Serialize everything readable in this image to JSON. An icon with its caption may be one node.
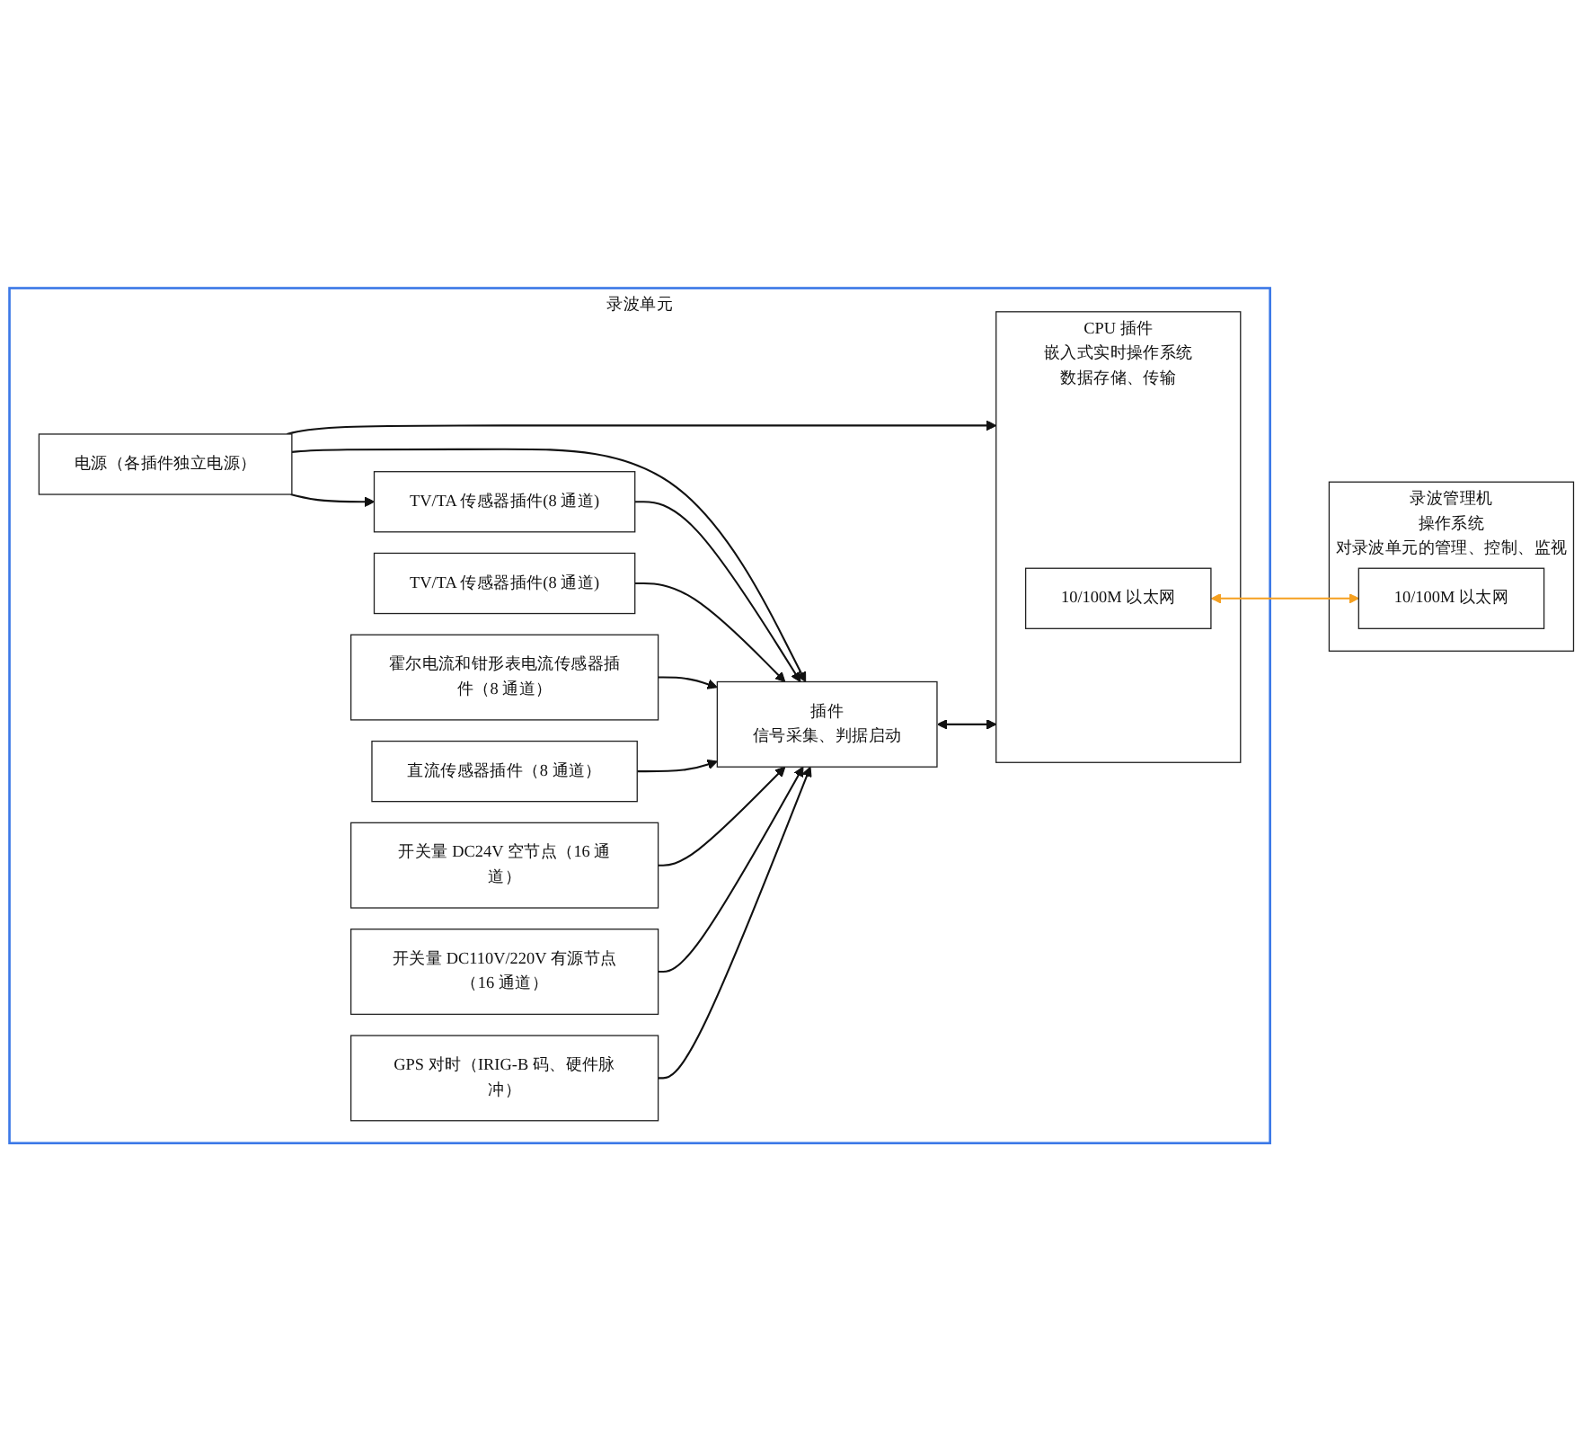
{
  "diagram": {
    "nodes": [
      {
        "text": [
          "录波单元"
        ]
      },
      {
        "text": [
          "电源（各插件独立电源）"
        ],
        "in": 0
      },
      {
        "text": [
          "TV/TA 传感器插件(8 通道)"
        ],
        "in": 0
      },
      {
        "text": [
          "TV/TA 传感器插件(8 通道)"
        ],
        "in": 0
      },
      {
        "text": [
          "霍尔电流和钳形表电流传感器插件（8 通道）"
        ],
        "in": 0
      },
      {
        "text": [
          "直流传感器插件（8 通道）"
        ],
        "in": 0
      },
      {
        "text": [
          "开关量 DC24V 空节点（16 通道）"
        ],
        "in": 0
      },
      {
        "text": [
          "开关量 DC110V/220V 有源节点（16 通道）"
        ],
        "in": 0
      },
      {
        "text": [
          "GPS 对时（IRIG-B 码、硬件脉冲）"
        ],
        "in": 0
      },
      {
        "text": [
          "插件",
          "信号采集、判据启动"
        ],
        "in": 0
      },
      {
        "text": [
          "CPU 插件",
          "嵌入式实时操作系统",
          "数据存储、传输"
        ],
        "in": 0
      },
      {
        "text": [
          "10/100M 以太网"
        ],
        "in": 10
      },
      {
        "text": [
          "录波管理机",
          "操作系统",
          "对录波单元的管理、控制、监视"
        ]
      },
      {
        "text": [
          "10/100M 以太网"
        ],
        "in": 12
      }
    ],
    "edges": [
      {
        "from": 1,
        "to": 2,
        "arrow": "to"
      },
      {
        "from": 1,
        "to": 9,
        "arrow": "to"
      },
      {
        "from": 1,
        "to": 10,
        "arrow": "to"
      },
      {
        "from": 2,
        "to": 9,
        "arrow": "to"
      },
      {
        "from": 3,
        "to": 9,
        "arrow": "to"
      },
      {
        "from": 4,
        "to": 9,
        "arrow": "to"
      },
      {
        "from": 5,
        "to": 9,
        "arrow": "to"
      },
      {
        "from": 6,
        "to": 9,
        "arrow": "to"
      },
      {
        "from": 7,
        "to": 9,
        "arrow": "to"
      },
      {
        "from": 8,
        "to": 9,
        "arrow": "to"
      },
      {
        "from": 9,
        "to": 10,
        "arrow": "both"
      },
      {
        "from": 11,
        "to": 13,
        "arrow": "both",
        "color": "#f5a020"
      }
    ]
  }
}
